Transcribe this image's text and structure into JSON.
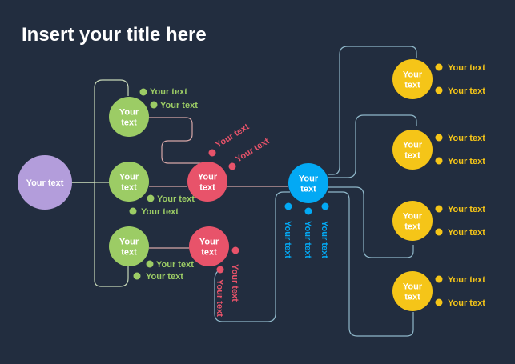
{
  "title": "Insert your title here",
  "colors": {
    "background": "#222d3f",
    "purple": "#b39ddb",
    "green": "#9ccc65",
    "red": "#e8536a",
    "blue": "#03a9f4",
    "yellow": "#f5c518",
    "line": "#c7d8b8"
  },
  "root": {
    "label": "Your text"
  },
  "green_nodes": [
    {
      "label": "Your\ntext",
      "notes": [
        "Your text",
        "Your text"
      ]
    },
    {
      "label": "Your\ntext",
      "notes": [
        "Your text",
        "Your text"
      ]
    },
    {
      "label": "Your\ntext",
      "notes": [
        "Your text",
        "Your text"
      ]
    }
  ],
  "red_nodes": [
    {
      "label": "Your\ntext",
      "notes": [
        "Your text",
        "Your text"
      ]
    },
    {
      "label": "Your\ntext",
      "notes": [
        "Your text",
        "Your text"
      ]
    }
  ],
  "blue_node": {
    "label": "Your\ntext",
    "notes": [
      "Your text",
      "Your text",
      "Your text"
    ]
  },
  "yellow_nodes": [
    {
      "label": "Your\ntext",
      "notes": [
        "Your text",
        "Your text"
      ]
    },
    {
      "label": "Your\ntext",
      "notes": [
        "Your text",
        "Your text"
      ]
    },
    {
      "label": "Your\ntext",
      "notes": [
        "Your text",
        "Your text"
      ]
    },
    {
      "label": "Your\ntext",
      "notes": [
        "Your text",
        "Your text"
      ]
    }
  ]
}
